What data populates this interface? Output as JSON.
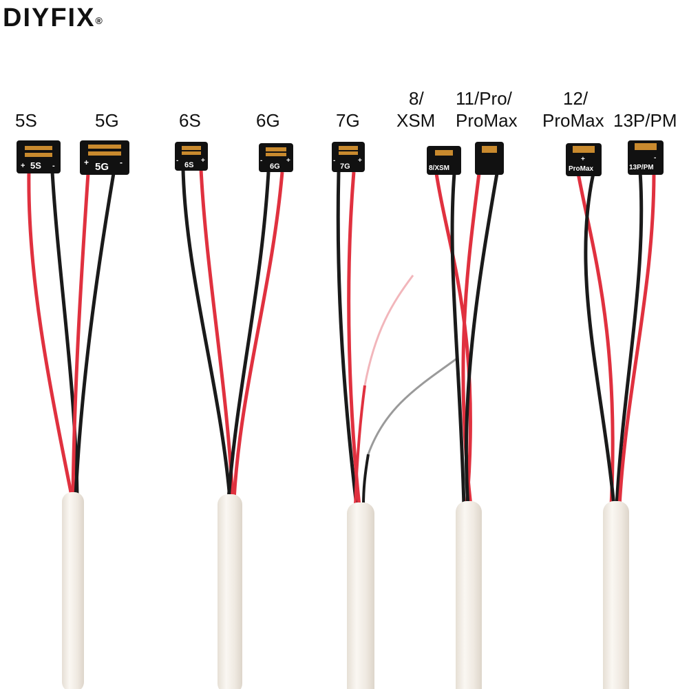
{
  "brand": {
    "name": "DIYFIX",
    "mark": "®"
  },
  "labels": {
    "l5s": "5S",
    "l5g": "5G",
    "l6s": "6S",
    "l6g": "6G",
    "l7g": "7G",
    "l8_line1": "8/",
    "l8_line2": "XSM",
    "l11_line1": "11/Pro/",
    "l11_line2": "ProMax",
    "l12_line1": "12/",
    "l12_line2": "ProMax",
    "l13": "13P/PM"
  },
  "chips": {
    "c5s": "5S",
    "c5g": "5G",
    "c6s": "6S",
    "c6g": "6G",
    "c7g": "7G",
    "c8": "8/XSM",
    "c12": "ProMax",
    "c13": "13P/PM"
  },
  "colors": {
    "red_wire": "#e0313f",
    "black_wire": "#1a1a1a",
    "sleeve": "#efe9e1",
    "chip": "#111111",
    "pad": "#c98a2e"
  }
}
